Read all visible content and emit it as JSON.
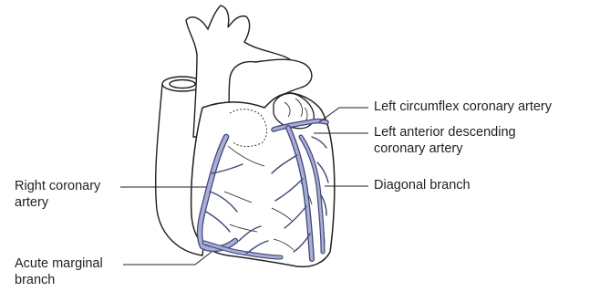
{
  "labels": {
    "left_circumflex": [
      "Left circumflex coronary artery"
    ],
    "left_anterior_descending": [
      "Left anterior descending",
      "coronary artery"
    ],
    "diagonal_branch": [
      "Diagonal branch"
    ],
    "right_coronary": [
      "Right coronary",
      "artery"
    ],
    "acute_marginal": [
      "Acute marginal",
      "branch"
    ]
  },
  "colors": {
    "outline": "#231f20",
    "vessel_fill": "#a9aed6",
    "vessel_stroke": "#3f4677",
    "background": "#ffffff"
  }
}
